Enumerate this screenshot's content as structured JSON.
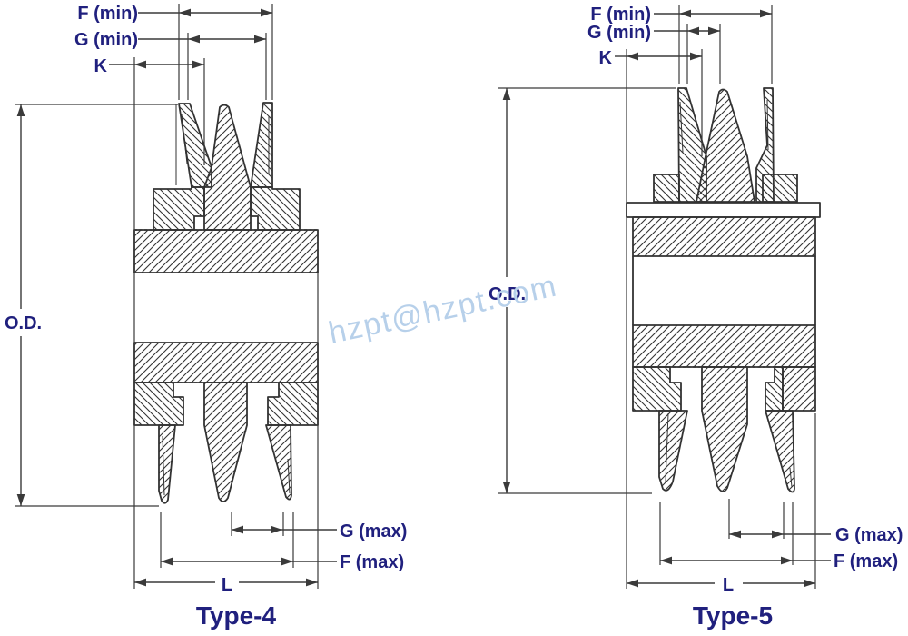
{
  "watermark": {
    "text": "hzpt@hzpt.com"
  },
  "colors": {
    "label_navy": "#20207e",
    "drawing_line": "#333333",
    "watermark_blue": "#b7d0ea",
    "background": "#ffffff"
  },
  "diagrams": [
    {
      "caption": "Type-4",
      "labels": {
        "f_min": "F (min)",
        "g_min": "G (min)",
        "k": "K",
        "od": "O.D.",
        "g_max": "G (max)",
        "f_max": "F (max)",
        "l": "L"
      }
    },
    {
      "caption": "Type-5",
      "labels": {
        "f_min": "F (min)",
        "g_min": "G (min)",
        "k": "K",
        "od": "O.D.",
        "g_max": "G (max)",
        "f_max": "F (max)",
        "l": "L"
      }
    }
  ]
}
